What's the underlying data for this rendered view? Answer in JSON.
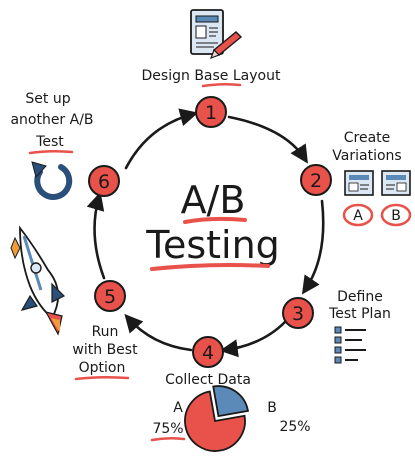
{
  "title": {
    "line1": "A/B",
    "line2": "Testing"
  },
  "steps": [
    {
      "number": "1",
      "lines": [
        "Design Base Layout"
      ]
    },
    {
      "number": "2",
      "lines": [
        "Create",
        "Variations"
      ]
    },
    {
      "number": "3",
      "lines": [
        "Define",
        "Test Plan"
      ]
    },
    {
      "number": "4",
      "lines": [
        "Collect Data"
      ]
    },
    {
      "number": "5",
      "lines": [
        "Run",
        "with Best",
        "Option"
      ]
    },
    {
      "number": "6",
      "lines": [
        "Set up",
        "another A/B",
        "Test"
      ]
    }
  ],
  "variation_labels": [
    "A",
    "B"
  ],
  "pie": {
    "label_a": "A",
    "value_a": "75%",
    "label_b": "B",
    "value_b": "25%",
    "share_a": 0.75,
    "share_b": 0.25
  },
  "colors": {
    "accent_red": "#e8524a",
    "ink": "#1a1a1a",
    "light_blue": "#dbe7f3",
    "mid_blue": "#5b8ab8",
    "dark_blue": "#2a4f7a",
    "pink_light": "#f6d2d2",
    "orange": "#f29b3a"
  },
  "icons": [
    "layout-sketch-icon",
    "pencil-icon",
    "variation-cards-icon",
    "checklist-icon",
    "pie-chart-icon",
    "rocket-icon",
    "refresh-icon"
  ]
}
